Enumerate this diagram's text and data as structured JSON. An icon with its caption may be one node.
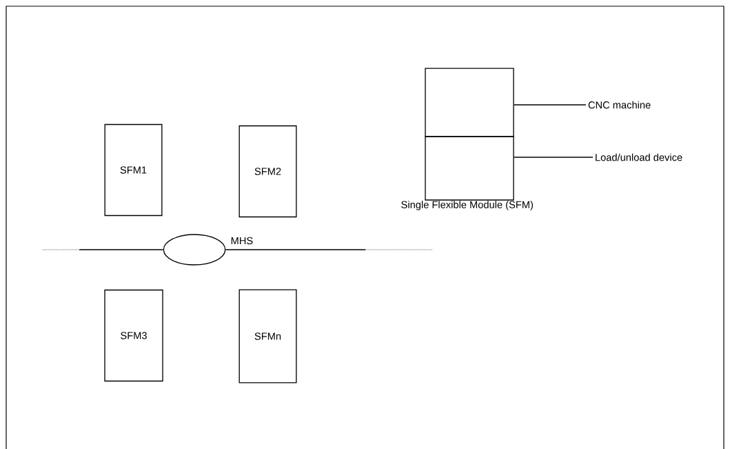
{
  "diagram": {
    "nodes": [
      {
        "text": [
          "SFM1"
        ]
      },
      {
        "text": [
          "SFM2"
        ]
      },
      {
        "text": [
          "SFM3"
        ]
      },
      {
        "text": [
          "SFMn"
        ]
      },
      {
        "text": [],
        "shape": "ellipse"
      },
      {
        "text": [],
        "shape": "box"
      },
      {
        "text": [],
        "shape": "box"
      },
      {
        "text": [
          "CNC machine"
        ]
      },
      {
        "text": [
          "Load/unload device"
        ]
      }
    ],
    "edges": [
      {
        "from": null,
        "to": 4,
        "arrow": "none"
      },
      {
        "from": 4,
        "to": null,
        "arrow": "none"
      },
      {
        "from": 7,
        "to": 5,
        "arrow": "none"
      },
      {
        "from": 8,
        "to": 6,
        "arrow": "none"
      }
    ],
    "labels": [
      "MHS",
      "Single Flexible Module (SFM)"
    ]
  }
}
